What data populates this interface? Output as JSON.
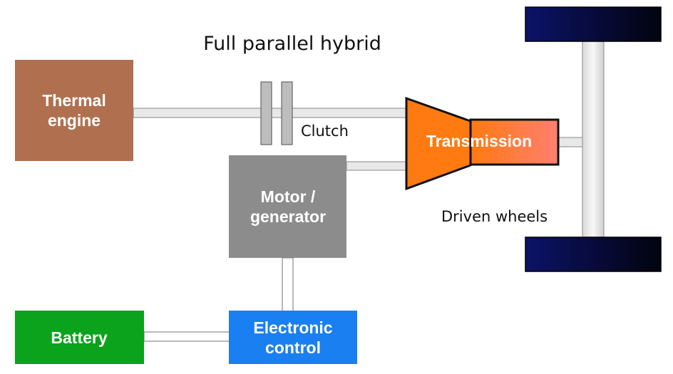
{
  "title": "Full parallel hybrid",
  "components": {
    "thermal_engine": {
      "line1": "Thermal",
      "line2": "engine",
      "color": "#b07050"
    },
    "motor_generator": {
      "line1": "Motor /",
      "line2": "generator",
      "color": "#8c8c8c"
    },
    "battery": {
      "label": "Battery",
      "color": "#0aa31b"
    },
    "electronic_control": {
      "line1": "Electronic",
      "line2": "control",
      "color": "#1a7ff0"
    },
    "transmission": {
      "label": "Transmission",
      "color": "#ff7a10"
    }
  },
  "labels": {
    "clutch": "Clutch",
    "driven_wheels": "Driven wheels"
  },
  "colors": {
    "shaft": "#e6e6e6",
    "shaft_edge": "#999999",
    "wheel": "#0a0a50",
    "clutch_plate": "#bdbdbd"
  }
}
